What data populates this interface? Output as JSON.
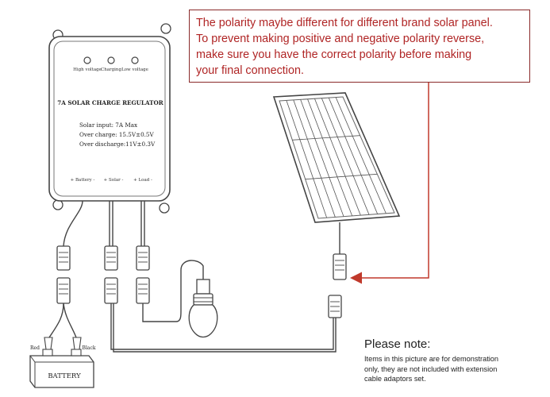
{
  "warning": {
    "lines": [
      "The polarity maybe different for different brand solar panel.",
      "To prevent making positive and negative polarity reverse,",
      "make sure you have the correct polarity before making",
      "your final connection."
    ]
  },
  "regulator": {
    "indicators": [
      "High voltage",
      "Charging",
      "Low voltage"
    ],
    "title": "7A SOLAR CHARGE REGULATOR",
    "specs": [
      "Solar input: 7A Max",
      "Over charge: 15.5V±0.5V",
      "Over discharge:11V±0.3V"
    ],
    "ports": [
      "+ Battery -",
      "+ Solar -",
      "+ Load -"
    ]
  },
  "battery": {
    "label": "BATTERY",
    "red_label": "Red",
    "black_label": "Black"
  },
  "note": {
    "title": "Please note:",
    "lines": [
      "Items in this picture are for demonstration",
      "only, they are not included with extension",
      "cable adaptors set."
    ]
  },
  "colors": {
    "warning_text": "#b02525",
    "warning_border": "#8a2a2a",
    "arrow": "#c0392b",
    "line_art": "#333333"
  }
}
